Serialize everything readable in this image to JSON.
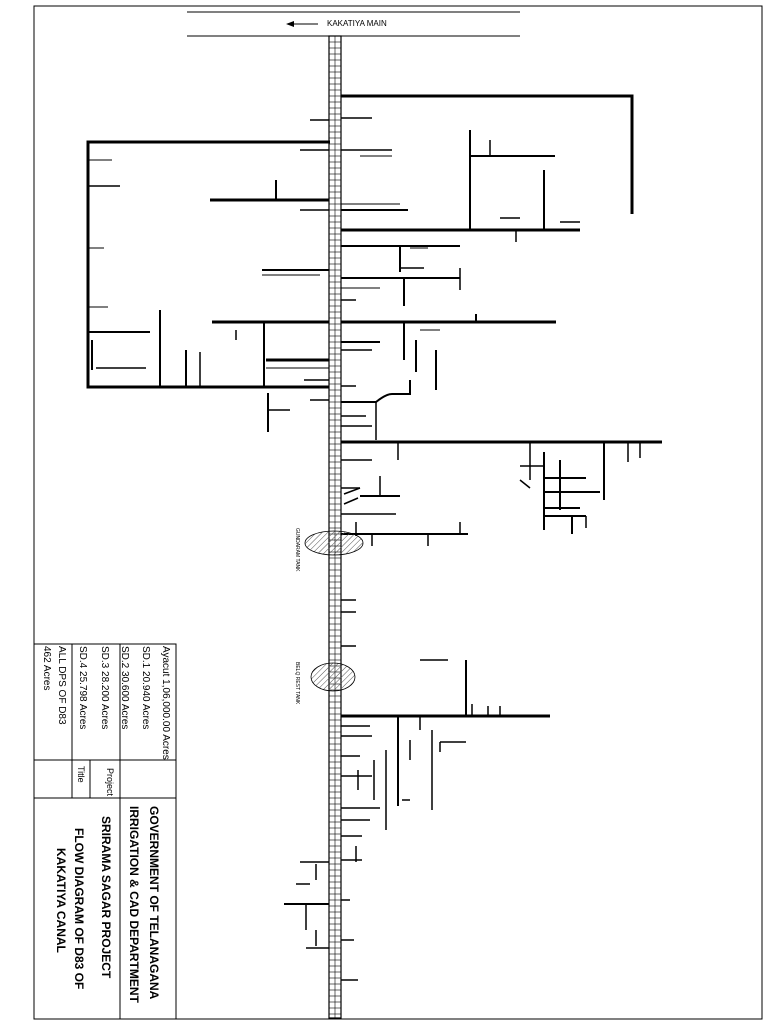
{
  "main_canal_label": "KAKATIYA MAIN",
  "tanks": [
    "GUNDARAM TANK",
    "BELQ REST TANK"
  ],
  "ayacut": [
    {
      "label": "Ayacut",
      "value": "1,06,000.00 Acres"
    },
    {
      "label": "SD.1",
      "value": "20.940 Acres"
    },
    {
      "label": "SD.2",
      "value": "30.600 Acres"
    },
    {
      "label": "SD.3",
      "value": "28.200 Acres"
    },
    {
      "label": "SD.4",
      "value": "25.798 Acres"
    },
    {
      "label": "ALL DPS OF D83",
      "value": "462 Acres"
    }
  ],
  "title_block": {
    "org_line1": "GOVERNMENT OF TELANAGANA",
    "org_line2": "IRRIGATION & CAD DEPARTMENT",
    "project_label": "Project",
    "project_value": "SRIRAMA SAGAR PROJECT",
    "title_label": "Title",
    "title_line1": "FLOW DIAGRAM OF D83 OF",
    "title_line2": "KAKATIYA CANAL"
  },
  "colors": {
    "line": "#000000",
    "background": "#ffffff",
    "hatch": "#555555"
  }
}
